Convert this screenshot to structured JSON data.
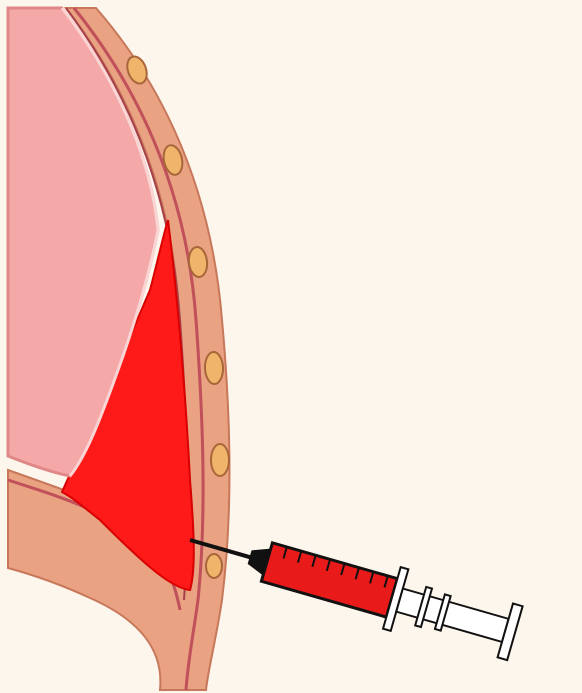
{
  "diagram": {
    "colors": {
      "background": "#fdf6ec",
      "lung": "#f4a8a8",
      "lung_edge": "#e08888",
      "fluid": "#ff1a1a",
      "fluid_dark": "#d80000",
      "chest_wall": "#e9a282",
      "membrane": "#c0505a",
      "rib": "#f0b56a",
      "rib_edge": "#a8663a",
      "syringe_barrel_fill": "#e81a1a",
      "syringe_plunger": "#ffffff",
      "syringe_outline": "#111111"
    },
    "parts": [
      "lung",
      "pleural-fluid",
      "chest-wall",
      "ribs",
      "syringe-needle"
    ]
  }
}
